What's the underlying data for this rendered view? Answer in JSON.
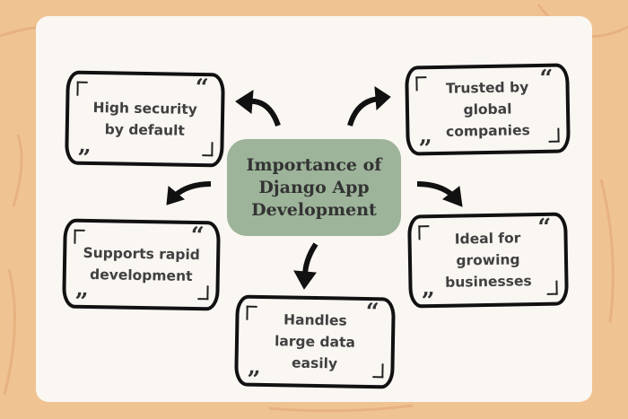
{
  "center_title": "Importance of Django App Development",
  "boxes": [
    {
      "label": "High security by default"
    },
    {
      "label": "Trusted by global companies"
    },
    {
      "label": "Supports rapid development"
    },
    {
      "label": "Ideal for growing businesses"
    },
    {
      "label": "Handles large data easily"
    }
  ],
  "quote_open": "“",
  "quote_close": "”",
  "colors": {
    "background": "#f0c393",
    "card": "#faf6f2",
    "center": "#9db49a"
  }
}
